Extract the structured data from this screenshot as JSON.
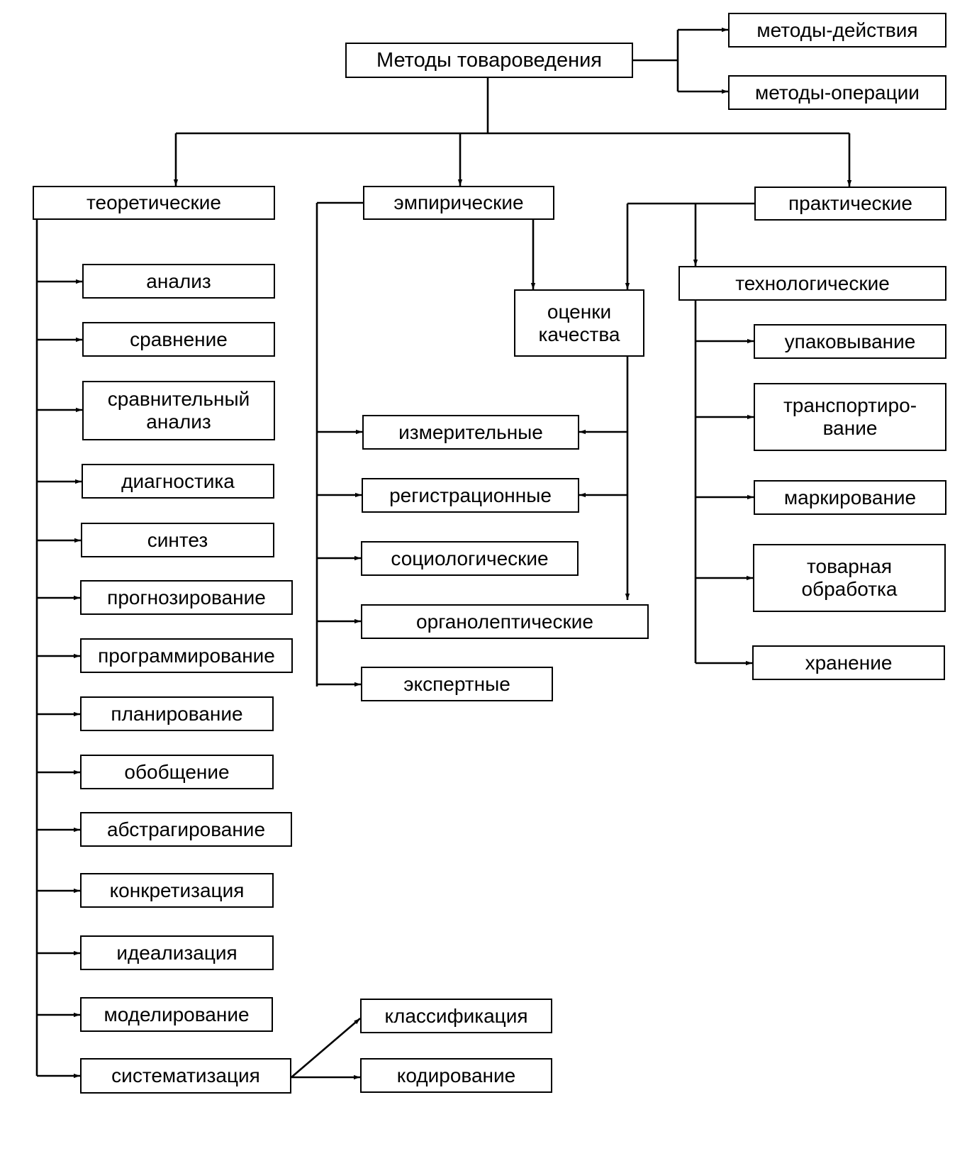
{
  "root": "Методы товароведения",
  "top_right": [
    "методы-действия",
    "методы-операции"
  ],
  "categories": {
    "theoretical": "теоретические",
    "empirical": "эмпирические",
    "practical": "практические"
  },
  "theoretical_items": [
    "анализ",
    "сравнение",
    "сравнительный анализ",
    "диагностика",
    "синтез",
    "прогнозирование",
    "программирование",
    "планирование",
    "обобщение",
    "абстрагирование",
    "конкретизация",
    "идеализация",
    "моделирование",
    "систематизация"
  ],
  "systematization_children": [
    "классификация",
    "кодирование"
  ],
  "quality_assessment": [
    "оценки",
    "качества"
  ],
  "empirical_items": [
    "измерительные",
    "регистрационные",
    "социологические",
    "органолептические",
    "экспертные"
  ],
  "technological": "технологические",
  "technological_items": [
    [
      "упаковывание"
    ],
    [
      "транспортиро-",
      "вание"
    ],
    [
      "маркирование"
    ],
    [
      "товарная",
      "обработка"
    ],
    [
      "хранение"
    ]
  ]
}
